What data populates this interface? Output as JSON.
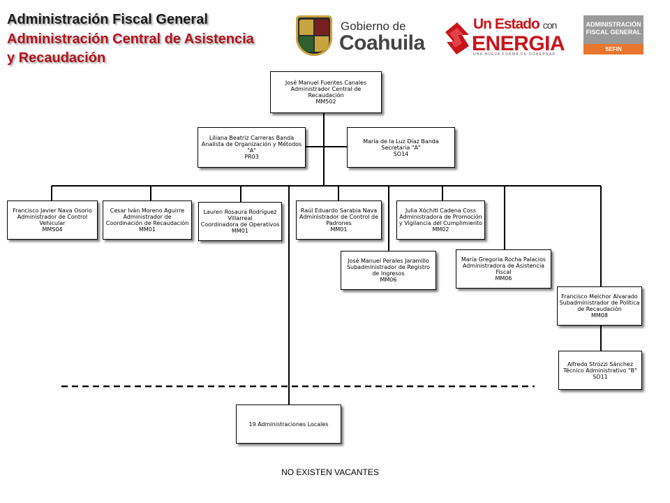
{
  "header": {
    "line1": "Administración Fiscal General",
    "line2": "Administración Central de Asistencia",
    "line3": "y Recaudación",
    "colors": {
      "title_dark": "#1a1a1a",
      "title_red": "#b3121c"
    }
  },
  "logos": {
    "gobierno_small": "Gobierno de",
    "gobierno_big": "Coahuila",
    "estado_small": "Un Estado",
    "estado_con": "con",
    "estado_big": "ENERGIA",
    "estado_tagline": "UNA NUEVA FORMA DE GOBERNAR",
    "sefin_line1": "ADMINISTRACIÓN",
    "sefin_line2": "FISCAL GENERAL",
    "sefin_line3": "SEFIN"
  },
  "org": {
    "head": {
      "name": "José Manuel Fuentes Canales",
      "title": "Administrador Central de Recaudación",
      "code": "MM502"
    },
    "assistant_left": {
      "name": "Liliana Beatriz Carreras Banda",
      "title": "Analista de Organización y Métodos \"A\"",
      "code": "PR03"
    },
    "assistant_right": {
      "name": "María de la Luz Díaz Banda",
      "title": "Secretaria \"A\"",
      "code": "SO14"
    },
    "row": [
      {
        "name": "Francisco Javier Nava Osorio",
        "title": "Administrador de Control Vehicular",
        "code": "MMS04"
      },
      {
        "name": "Cesar Iván Moreno Aguirre",
        "title": "Administrador de Coordinación de Recaudación",
        "code": "MM01"
      },
      {
        "name": "Lauren Rosaura Rodríguez Villarreal",
        "title": "Coordinadora de Operativos",
        "code": "MM01"
      },
      {
        "name": "Raúl Eduardo Sarabia Nava",
        "title": "Administrador de Control de Padrones",
        "code": "MM01"
      },
      {
        "name": "Julia Xóchitl Cadena Coss",
        "title": "Administradora de Promoción y Vigilancia del Cumplimiento",
        "code": "MM02"
      }
    ],
    "sub_registro": {
      "name": "José Manuel Perales Jaramillo",
      "title": "Subadministrador de Registro de Ingresos",
      "code": "MM06"
    },
    "asistencia": {
      "name": "María Gregoria Rocha Palacios",
      "title": "Administradora de Asistencia Fiscal",
      "code": "MM06"
    },
    "politica": {
      "name": "Francisco Melchor Alvarado",
      "title": "Subadministrador de Política de Recaudación",
      "code": "MM08"
    },
    "tecnico": {
      "name": "Alfredo Strozzi Sánchez",
      "title": "Técnico Administrativo \"B\"",
      "code": "SO11"
    },
    "locales": {
      "label": "19 Administraciones Locales"
    }
  },
  "footer": "NO EXISTEN VACANTES"
}
